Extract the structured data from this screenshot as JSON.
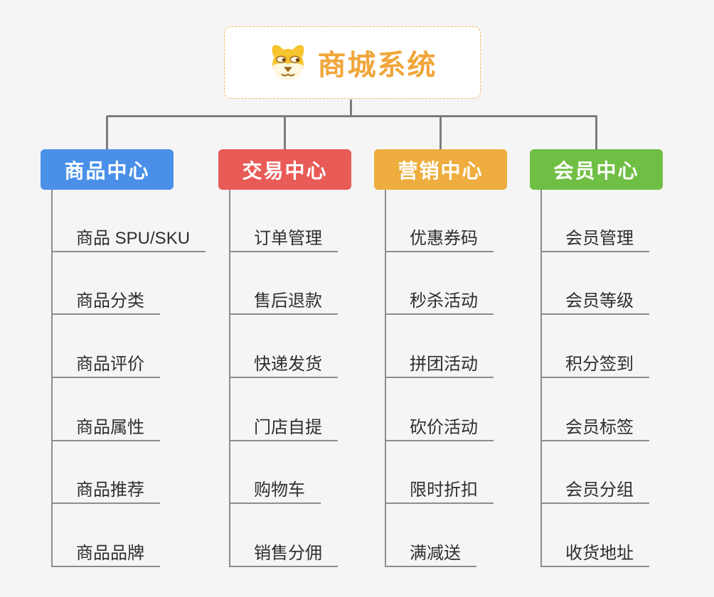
{
  "root": {
    "title": "商城系统",
    "icon": "dog-face-icon",
    "accent": "#F0A63A"
  },
  "colors": {
    "connector": "#7C7C7C",
    "spine": "#8D8D8D",
    "item_text": "#2E2E2E",
    "root_border": "#F0B45A"
  },
  "branches": [
    {
      "label": "商品中心",
      "color": "#4A90E8",
      "items": [
        "商品 SPU/SKU",
        "商品分类",
        "商品评价",
        "商品属性",
        "商品推荐",
        "商品品牌"
      ]
    },
    {
      "label": "交易中心",
      "color": "#E95B56",
      "items": [
        "订单管理",
        "售后退款",
        "快递发货",
        "门店自提",
        "购物车",
        "销售分佣"
      ]
    },
    {
      "label": "营销中心",
      "color": "#EEAD3E",
      "items": [
        "优惠券码",
        "秒杀活动",
        "拼团活动",
        "砍价活动",
        "限时折扣",
        "满减送"
      ]
    },
    {
      "label": "会员中心",
      "color": "#70BF45",
      "items": [
        "会员管理",
        "会员等级",
        "积分签到",
        "会员标签",
        "会员分组",
        "收货地址"
      ]
    }
  ]
}
